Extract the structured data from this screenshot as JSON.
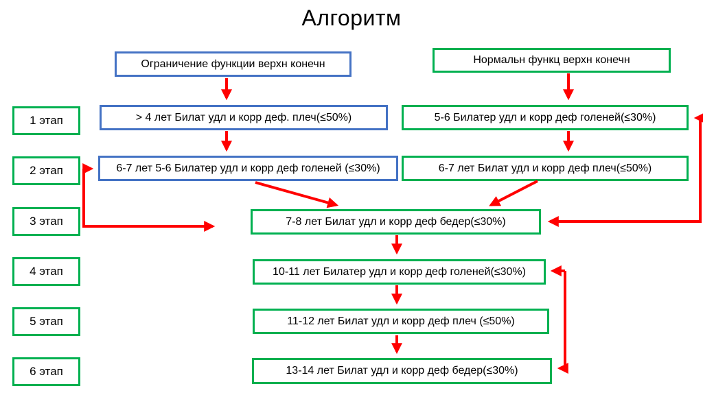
{
  "title": "Алгоритм",
  "colors": {
    "blue_border": "#4472C4",
    "green_border": "#00B050",
    "arrow_red": "#FF0000",
    "text": "#000000",
    "background": "#FFFFFF"
  },
  "stages": [
    {
      "label": "1 этап"
    },
    {
      "label": "2 этап"
    },
    {
      "label": "3 этап"
    },
    {
      "label": "4 этап"
    },
    {
      "label": "5 этап"
    },
    {
      "label": "6 этап"
    }
  ],
  "headers": {
    "left": "Ограничение функции верхн конечн",
    "right": "Нормальн функц верхн конечн"
  },
  "boxes": {
    "row1_left": "> 4 лет Билат удл и корр деф. плеч(≤50%)",
    "row1_right": "5-6 Билатер удл и корр деф голеней(≤30%)",
    "row2_left": "6-7 лет 5-6 Билатер удл и корр деф голеней  (≤30%)",
    "row2_right": "6-7 лет Билат удл и корр деф плеч(≤50%)",
    "row3": "7-8 лет Билат удл и корр деф бедер(≤30%)",
    "row4": "10-11 лет Билатер удл и корр деф голеней(≤30%)",
    "row5": "11-12 лет Билат удл и корр деф плеч (≤50%)",
    "row6": "13-14 лет Билат удл и корр деф бедер(≤30%)"
  }
}
